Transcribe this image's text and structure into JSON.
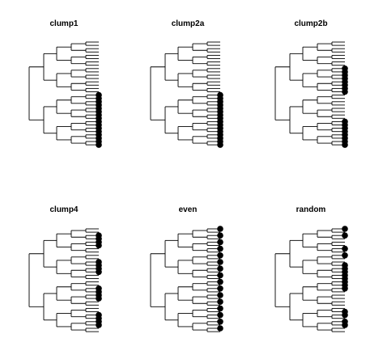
{
  "panels": [
    {
      "title": "clump1",
      "marked_tips": [
        16,
        17,
        18,
        19,
        20,
        21,
        22,
        23,
        24,
        25,
        26,
        27,
        28,
        29,
        30,
        31
      ]
    },
    {
      "title": "clump2a",
      "marked_tips": [
        16,
        17,
        18,
        19,
        20,
        21,
        22,
        23,
        24,
        25,
        26,
        27,
        28,
        29,
        30,
        31
      ]
    },
    {
      "title": "clump2b",
      "marked_tips": [
        8,
        9,
        10,
        11,
        12,
        13,
        14,
        15,
        24,
        25,
        26,
        27,
        28,
        29,
        30,
        31
      ]
    },
    {
      "title": "clump4",
      "marked_tips": [
        2,
        3,
        4,
        5,
        10,
        11,
        12,
        13,
        18,
        19,
        20,
        21,
        26,
        27,
        28,
        29
      ]
    },
    {
      "title": "even",
      "marked_tips": [
        0,
        2,
        4,
        6,
        8,
        10,
        12,
        14,
        16,
        18,
        20,
        22,
        24,
        26,
        28,
        30
      ]
    },
    {
      "title": "random",
      "marked_tips": [
        0,
        2,
        6,
        8,
        11,
        12,
        13,
        14,
        15,
        16,
        17,
        18,
        25,
        26,
        28,
        29
      ]
    }
  ]
}
